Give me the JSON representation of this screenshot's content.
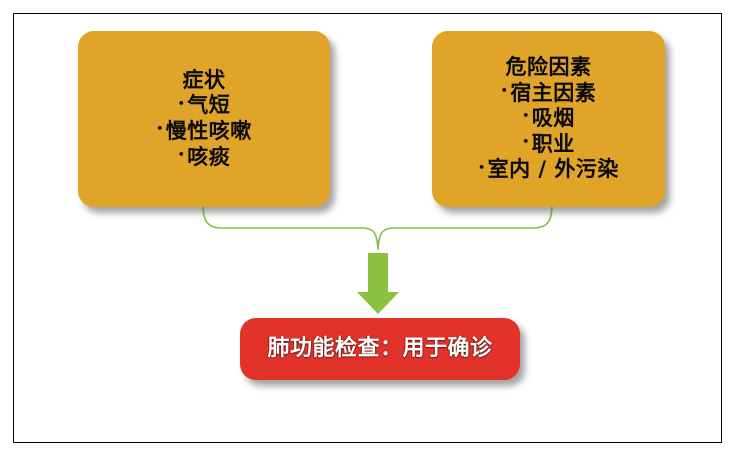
{
  "diagram": {
    "type": "flowchart",
    "background_color": "#FFFFFF",
    "frame_border_color": "#000000",
    "nodes": {
      "symptoms": {
        "title": "症状",
        "fill_color": "#E0A429",
        "text_color": "#000000",
        "items": [
          "气短",
          "慢性咳嗽",
          "咳痰"
        ]
      },
      "risk_factors": {
        "title": "危险因素",
        "fill_color": "#E0A429",
        "text_color": "#000000",
        "items": [
          "宿主因素",
          "吸烟",
          "职业",
          "室内 / 外污染"
        ]
      },
      "diagnosis": {
        "title": "肺功能检查：用于确诊",
        "fill_color": "#E23229",
        "text_color": "#FFFFFF"
      }
    },
    "connectors": {
      "brace": {
        "color": "#7FBF4D",
        "name": "curly-brace-connector"
      },
      "arrow": {
        "color": "#8CC03F",
        "direction": "down",
        "name": "down-arrow"
      }
    },
    "bullet_glyph": "•"
  }
}
